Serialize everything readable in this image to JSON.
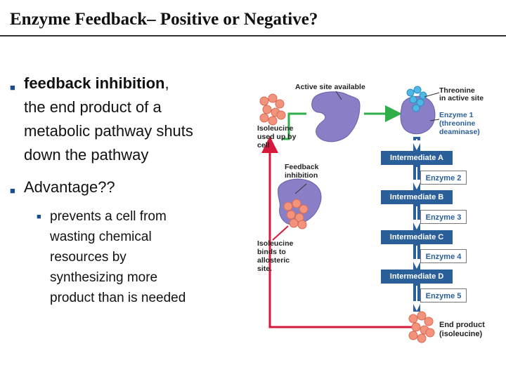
{
  "title": "Enzyme Feedback– Positive or Negative?",
  "bullets": [
    {
      "bold": "feedback inhibition",
      "rest": ",",
      "lines": [
        "the end product of a",
        "metabolic pathway shuts",
        "down the pathway"
      ]
    },
    {
      "text": "Advantage??"
    }
  ],
  "sub_bullet_lines": [
    "prevents a cell from",
    "wasting chemical",
    "resources by",
    "synthesizing more",
    "product than is needed"
  ],
  "diagram": {
    "active_site_available": "Active site available",
    "threonine_lines": [
      "Threonine",
      "in active site"
    ],
    "enzyme1_lines": [
      "Enzyme 1",
      "(threonine",
      "deaminase)"
    ],
    "isoleucine_used_lines": [
      "Isoleucine",
      "used up by",
      "cell"
    ],
    "feedback_lines": [
      "Feedback",
      "inhibition"
    ],
    "isoleucine_binds_lines": [
      "Isoleucine",
      "binds to",
      "allosteric",
      "site."
    ],
    "intermediates": [
      "Intermediate A",
      "Intermediate B",
      "Intermediate C",
      "Intermediate D"
    ],
    "enzymes": [
      "Enzyme 2",
      "Enzyme 3",
      "Enzyme 4",
      "Enzyme 5"
    ],
    "end_product_lines": [
      "End product",
      "(isoleucine)"
    ],
    "colors": {
      "green_arrow": "#2fae4a",
      "red_arrow": "#d6193c",
      "enzyme": "#8a7fc6",
      "isoleucine": "#f2937b",
      "threonine": "#4fb8e6",
      "box": "#2b5f9a"
    }
  }
}
